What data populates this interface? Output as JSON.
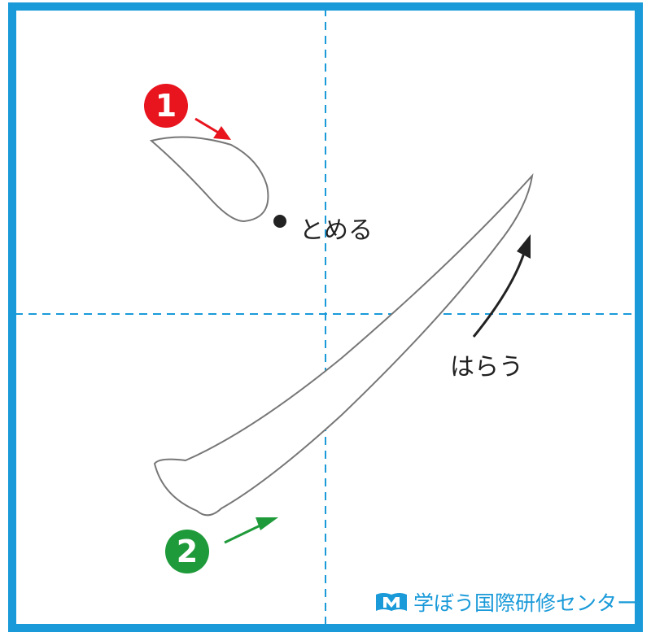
{
  "step1": {
    "number": "1",
    "color": "#e8141e"
  },
  "step2": {
    "number": "2",
    "color": "#1f9a3a"
  },
  "annotations": {
    "tome": "とめる",
    "harau": "はらう"
  },
  "brand": {
    "name": "学ぼう国際研修センター",
    "icon": "book-m-logo-icon",
    "color": "#1a9ad9"
  },
  "colors": {
    "frame": "#1a9ad9",
    "guide": "#1a9ad9",
    "stroke_outline": "#777777",
    "arrow_dark": "#222222"
  }
}
